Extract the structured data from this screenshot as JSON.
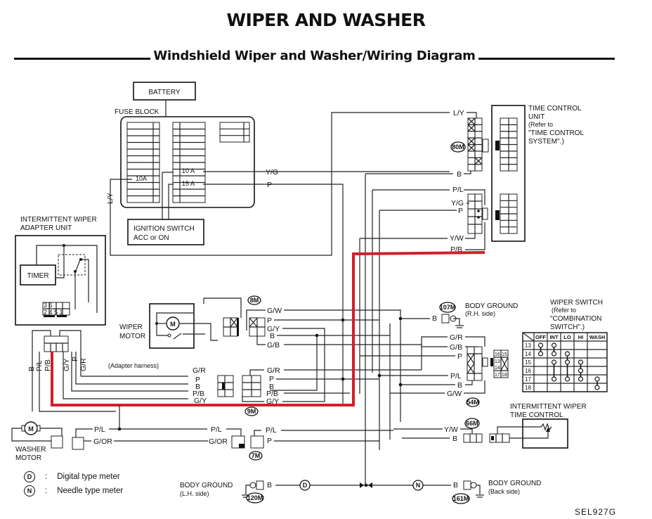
{
  "page": {
    "title": "WIPER AND WASHER",
    "subtitle": "Windshield Wiper and Washer/Wiring Diagram",
    "figure_code": "SEL927G"
  },
  "components": {
    "battery": "BATTERY",
    "fuse_block": "FUSE BLOCK",
    "fuse_10a_left": "10A",
    "fuse_10a_right": "10 A",
    "fuse_15a": "15 A",
    "ignition_switch_line1": "IGNITION SWITCH",
    "ignition_switch_line2": "ACC or ON",
    "adapter_unit_line1": "INTERMITTENT WIPER",
    "adapter_unit_line2": "ADAPTER UNIT",
    "timer": "TIMER",
    "adapter_pins_top": "3  6",
    "adapter_pins_bottom": "2 4 5 1",
    "wiper_motor_line1": "WIPER",
    "wiper_motor_line2": "MOTOR",
    "motor_symbol": "M",
    "adapter_harness": "(Adapter harness)",
    "washer_motor_line1": "WASHER",
    "washer_motor_line2": "MOTOR",
    "tcu_line1": "TIME CONTROL",
    "tcu_line2": "UNIT",
    "tcu_line3": "(Refer to",
    "tcu_line4": "\"TIME CONTROL",
    "tcu_line5": "SYSTEM\".)",
    "body_ground_rh_line1": "BODY GROUND",
    "body_ground_rh_line2": "(R.H. side)",
    "body_ground_lh_line1": "BODY GROUND",
    "body_ground_lh_line2": "(L.H. side)",
    "body_ground_back_line1": "BODY GROUND",
    "body_ground_back_line2": "(Back side)",
    "wiper_switch_line1": "WIPER SWITCH",
    "wiper_switch_line2": "(Refer to",
    "wiper_switch_line3": "\"COMBINATION",
    "wiper_switch_line4": "SWITCH\".)",
    "int_time_control_line1": "INTERMITTENT WIPER",
    "int_time_control_line2": "TIME CONTROL",
    "switch_connector_pins": [
      "16",
      "15",
      "13",
      "14",
      "17",
      "18"
    ]
  },
  "connectors": {
    "c80m": "80M",
    "c8m": "8M",
    "c9m": "9M",
    "c107m": "107M",
    "c54m": "54M",
    "c66m": "66M",
    "c7m": "7M",
    "c120m": "120M",
    "c161m": "161M"
  },
  "wires": {
    "ly": "L/Y",
    "yg": "Y/G",
    "p": "P",
    "b": "B",
    "pl": "P/L",
    "yw": "Y/W",
    "pb": "P/B",
    "gw": "G/W",
    "gy": "G/Y",
    "gb": "G/B",
    "gr": "G/R",
    "gor": "G/OR"
  },
  "wiper_switch_table": {
    "columns": [
      "OFF",
      "INT",
      "LO",
      "HI",
      "WASH"
    ],
    "rows": [
      "13",
      "14",
      "15",
      "16",
      "17",
      "18"
    ],
    "continuity": {
      "OFF": [
        [
          "13",
          "14"
        ]
      ],
      "INT": [
        [
          "13",
          "14"
        ],
        [
          "15",
          "17"
        ]
      ],
      "LO": [
        [
          "14",
          "15",
          "17"
        ]
      ],
      "HI": [
        [
          "15",
          "16",
          "17"
        ]
      ],
      "WASH": [
        [
          "17",
          "18"
        ]
      ]
    }
  },
  "legend": [
    {
      "symbol": "D",
      "separator": ":",
      "text": "Digital type meter"
    },
    {
      "symbol": "N",
      "separator": ":",
      "text": "Needle type meter"
    }
  ],
  "highlight": {
    "color": "#d0202a",
    "wire": "P/B"
  }
}
